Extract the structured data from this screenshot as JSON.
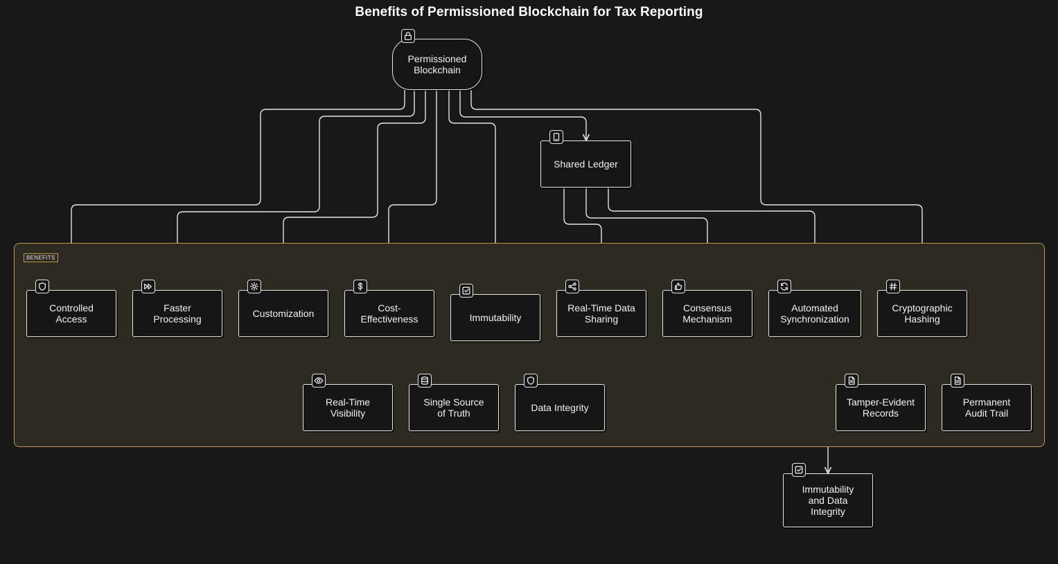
{
  "title": "Benefits of Permissioned Blockchain for Tax Reporting",
  "group": {
    "label": "BENEFITS"
  },
  "nodes": {
    "root": {
      "label": "Permissioned\nBlockchain",
      "icon": "lock-icon"
    },
    "ledger": {
      "label": "Shared Ledger",
      "icon": "tablet-icon"
    },
    "controlled": {
      "label": "Controlled\nAccess",
      "icon": "shield-icon"
    },
    "faster": {
      "label": "Faster\nProcessing",
      "icon": "fast-forward-icon"
    },
    "custom": {
      "label": "Customization",
      "icon": "gear-icon"
    },
    "cost": {
      "label": "Cost-\nEffectiveness",
      "icon": "dollar-icon"
    },
    "immut": {
      "label": "Immutability",
      "icon": "checkbox-icon"
    },
    "realtime": {
      "label": "Real-Time Data\nSharing",
      "icon": "share-icon"
    },
    "consensus": {
      "label": "Consensus\nMechanism",
      "icon": "thumbs-up-icon"
    },
    "autosync": {
      "label": "Automated\nSynchronization",
      "icon": "refresh-icon"
    },
    "crypto": {
      "label": "Cryptographic\nHashing",
      "icon": "hash-icon"
    },
    "visibility": {
      "label": "Real-Time\nVisibility",
      "icon": "eye-icon"
    },
    "single": {
      "label": "Single Source\nof Truth",
      "icon": "database-icon"
    },
    "dataint": {
      "label": "Data Integrity",
      "icon": "shield-icon"
    },
    "tamper": {
      "label": "Tamper-Evident\nRecords",
      "icon": "document-icon"
    },
    "audit": {
      "label": "Permanent\nAudit Trail",
      "icon": "document-icon"
    },
    "immutdata": {
      "label": "Immutability\nand Data\nIntegrity",
      "icon": "checkbox-icon"
    }
  }
}
